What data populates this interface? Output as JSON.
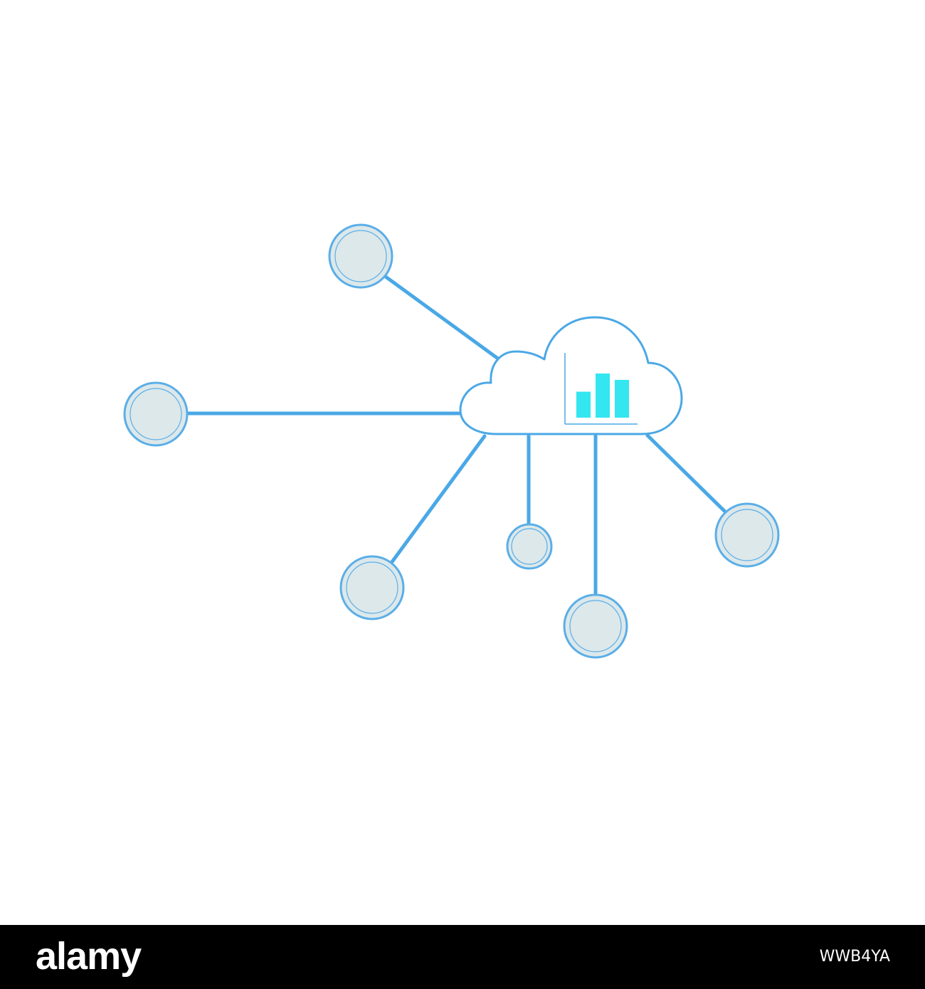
{
  "diagram": {
    "type": "network-hub",
    "hub": {
      "icon": "cloud-icon",
      "inner_icon": "bar-chart-icon",
      "outline_color": "#4aa8e6",
      "chart_bar_color": "#33e6f0",
      "chart_bar_values": [
        0.57,
        0.97,
        0.83
      ]
    },
    "nodes": [
      {
        "name": "node-top"
      },
      {
        "name": "node-left"
      },
      {
        "name": "node-bottom-left"
      },
      {
        "name": "node-small-center"
      },
      {
        "name": "node-bottom-center"
      },
      {
        "name": "node-right"
      }
    ],
    "connector_color": "#4aa8e6",
    "node_fill_color": "#dde8ea",
    "node_stroke_color": "#5aaee8"
  },
  "footer": {
    "brand": "alamy",
    "image_id": "WWB4YA",
    "background": "#000000",
    "text_color": "#ffffff"
  }
}
